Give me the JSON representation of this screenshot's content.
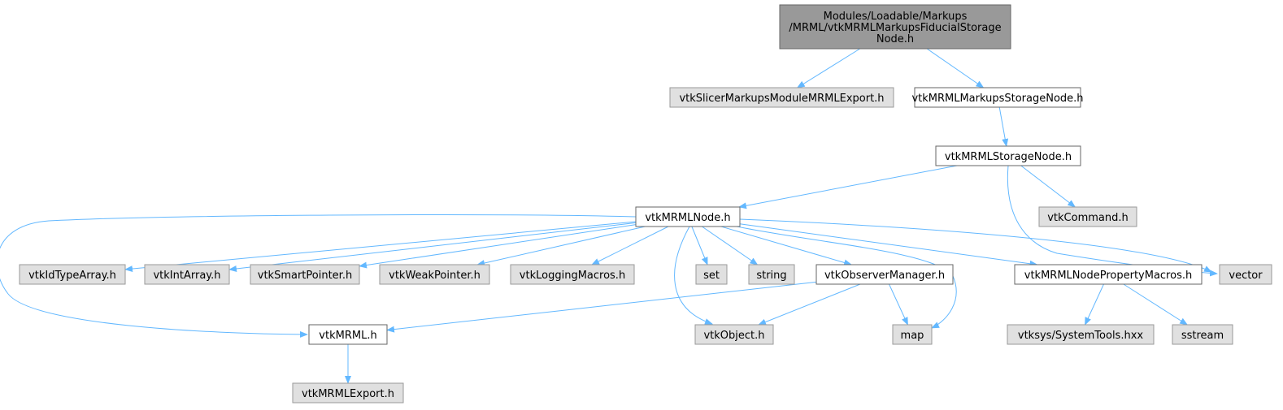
{
  "colors": {
    "edge": "#63b8ff",
    "root_fill": "#999999",
    "root_stroke": "#666666",
    "local_fill": "#ffffff",
    "local_stroke": "#666666",
    "external_fill": "#e0e0e0",
    "external_stroke": "#999999"
  },
  "nodes": {
    "root": {
      "lines": [
        "Modules/Loadable/Markups",
        "/MRML/vtkMRMLMarkupsFiducialStorage",
        "Node.h"
      ],
      "kind": "root"
    },
    "export_markups": {
      "lines": [
        "vtkSlicerMarkupsModuleMRMLExport.h"
      ],
      "kind": "external"
    },
    "markups_storage": {
      "lines": [
        "vtkMRMLMarkupsStorageNode.h"
      ],
      "kind": "local"
    },
    "storage": {
      "lines": [
        "vtkMRMLStorageNode.h"
      ],
      "kind": "local"
    },
    "mrml_node": {
      "lines": [
        "vtkMRMLNode.h"
      ],
      "kind": "local"
    },
    "command": {
      "lines": [
        "vtkCommand.h"
      ],
      "kind": "external"
    },
    "vector": {
      "lines": [
        "vector"
      ],
      "kind": "external"
    },
    "idtype": {
      "lines": [
        "vtkIdTypeArray.h"
      ],
      "kind": "external"
    },
    "intarray": {
      "lines": [
        "vtkIntArray.h"
      ],
      "kind": "external"
    },
    "smartptr": {
      "lines": [
        "vtkSmartPointer.h"
      ],
      "kind": "external"
    },
    "weakptr": {
      "lines": [
        "vtkWeakPointer.h"
      ],
      "kind": "external"
    },
    "logging": {
      "lines": [
        "vtkLoggingMacros.h"
      ],
      "kind": "external"
    },
    "set": {
      "lines": [
        "set"
      ],
      "kind": "external"
    },
    "string": {
      "lines": [
        "string"
      ],
      "kind": "external"
    },
    "observer": {
      "lines": [
        "vtkObserverManager.h"
      ],
      "kind": "local"
    },
    "propmacros": {
      "lines": [
        "vtkMRMLNodePropertyMacros.h"
      ],
      "kind": "local"
    },
    "mrml_h": {
      "lines": [
        "vtkMRML.h"
      ],
      "kind": "local"
    },
    "object": {
      "lines": [
        "vtkObject.h"
      ],
      "kind": "external"
    },
    "map": {
      "lines": [
        "map"
      ],
      "kind": "external"
    },
    "systools": {
      "lines": [
        "vtksys/SystemTools.hxx"
      ],
      "kind": "external"
    },
    "sstream": {
      "lines": [
        "sstream"
      ],
      "kind": "external"
    },
    "mrml_export": {
      "lines": [
        "vtkMRMLExport.h"
      ],
      "kind": "external"
    }
  },
  "edges": [
    [
      "root",
      "export_markups"
    ],
    [
      "root",
      "markups_storage"
    ],
    [
      "markups_storage",
      "storage"
    ],
    [
      "storage",
      "mrml_node"
    ],
    [
      "storage",
      "command"
    ],
    [
      "storage",
      "vector"
    ],
    [
      "mrml_node",
      "mrml_h"
    ],
    [
      "mrml_node",
      "idtype"
    ],
    [
      "mrml_node",
      "intarray"
    ],
    [
      "mrml_node",
      "smartptr"
    ],
    [
      "mrml_node",
      "weakptr"
    ],
    [
      "mrml_node",
      "logging"
    ],
    [
      "mrml_node",
      "object"
    ],
    [
      "mrml_node",
      "set"
    ],
    [
      "mrml_node",
      "string"
    ],
    [
      "mrml_node",
      "observer"
    ],
    [
      "mrml_node",
      "map"
    ],
    [
      "mrml_node",
      "propmacros"
    ],
    [
      "mrml_node",
      "vector"
    ],
    [
      "observer",
      "mrml_h"
    ],
    [
      "observer",
      "object"
    ],
    [
      "observer",
      "map"
    ],
    [
      "propmacros",
      "systools"
    ],
    [
      "propmacros",
      "sstream"
    ],
    [
      "mrml_h",
      "mrml_export"
    ]
  ]
}
